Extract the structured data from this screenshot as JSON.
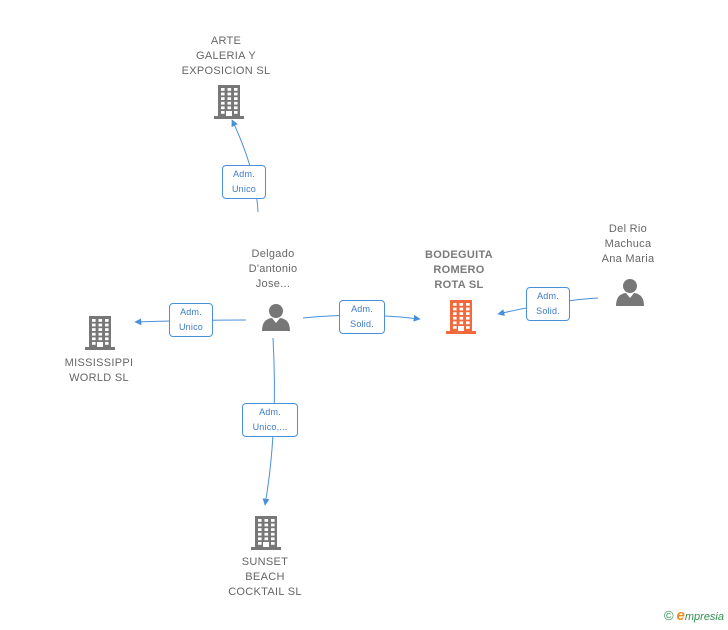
{
  "diagram": {
    "nodes": [
      {
        "id": "arte",
        "type": "company",
        "lines": [
          "ARTE",
          "GALERIA Y",
          "EXPOSICION SL"
        ],
        "color": "#777777",
        "main": false
      },
      {
        "id": "delgado",
        "type": "person",
        "lines": [
          "Delgado",
          "D'antonio",
          "Jose..."
        ],
        "color": "#777777",
        "main": false
      },
      {
        "id": "bodeguita",
        "type": "company",
        "lines": [
          "BODEGUITA",
          "ROMERO",
          "ROTA  SL"
        ],
        "color": "#f26a3c",
        "main": true
      },
      {
        "id": "delrio",
        "type": "person",
        "lines": [
          "Del Rio",
          "Machuca",
          "Ana Maria"
        ],
        "color": "#777777",
        "main": false
      },
      {
        "id": "mississippi",
        "type": "company",
        "lines": [
          "MISSISSIPPI",
          "WORLD  SL"
        ],
        "color": "#777777",
        "main": false
      },
      {
        "id": "sunset",
        "type": "company",
        "lines": [
          "SUNSET",
          "BEACH",
          "COCKTAIL  SL"
        ],
        "color": "#777777",
        "main": false
      }
    ],
    "edges": [
      {
        "from": "delgado",
        "to": "arte",
        "lines": [
          "Adm.",
          "Unico"
        ]
      },
      {
        "from": "delgado",
        "to": "mississippi",
        "lines": [
          "Adm.",
          "Unico"
        ]
      },
      {
        "from": "delgado",
        "to": "bodeguita",
        "lines": [
          "Adm.",
          "Solid."
        ]
      },
      {
        "from": "delrio",
        "to": "bodeguita",
        "lines": [
          "Adm.",
          "Solid."
        ]
      },
      {
        "from": "delgado",
        "to": "sunset",
        "lines": [
          "Adm.",
          "Unico,..."
        ]
      }
    ],
    "edge_color": "#4a90d9"
  },
  "footer": {
    "copyright_symbol": "©",
    "brand_initial": "e",
    "brand_rest": "mpresia"
  }
}
